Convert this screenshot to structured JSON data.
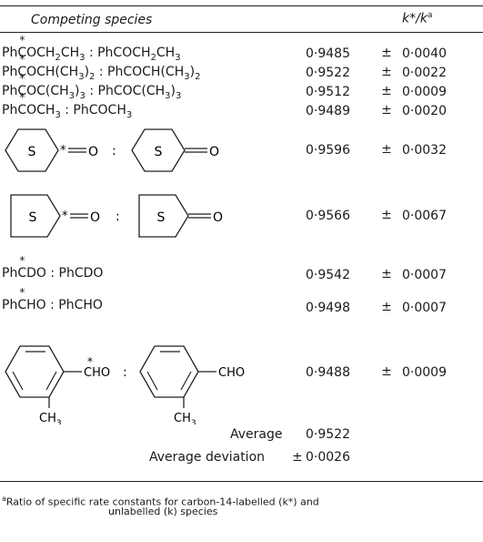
{
  "table": {
    "header": {
      "species_label": "Competing species",
      "ratio_main": "k*/k",
      "ratio_sup": "a"
    },
    "rows": [
      {
        "species_parts": [
          "Ph",
          "C",
          "OCH",
          "2",
          "CH",
          "3",
          " : PhCOCH",
          "2",
          "CH",
          "3"
        ],
        "value": "0·9485",
        "pm": "±",
        "err": "0·0040"
      },
      {
        "species_parts": [
          "Ph",
          "C",
          "OCH(CH",
          "3",
          ")",
          "2",
          " : PhCOCH(CH",
          "3",
          ")",
          "2"
        ],
        "value": "0·9522",
        "pm": "±",
        "err": "0·0022"
      },
      {
        "species_parts": [
          "Ph",
          "C",
          "OC(CH",
          "3",
          ")",
          "3",
          " : PhCOC(CH",
          "3",
          ")",
          "3"
        ],
        "value": "0·9512",
        "pm": "±",
        "err": "0·0009"
      },
      {
        "species_parts": [
          "Ph",
          "C",
          "OCH",
          "3",
          " : PhCOCH",
          "3"
        ],
        "value": "0·9489",
        "pm": "±",
        "err": "0·0020"
      },
      {
        "struct": "thiane",
        "ring_letter": "S",
        "star": "*",
        "bond_o": "O",
        "colon": ":",
        "value": "0·9596",
        "pm": "±",
        "err": "0·0032"
      },
      {
        "struct": "thiolane",
        "ring_letter": "S",
        "star": "*",
        "bond_o": "O",
        "colon": ":",
        "value": "0·9566",
        "pm": "±",
        "err": "0·0067"
      },
      {
        "species_parts": [
          "Ph",
          "C",
          "DO : PhCDO"
        ],
        "value": "0·9542",
        "pm": "±",
        "err": "0·0007"
      },
      {
        "species_parts": [
          "Ph",
          "C",
          "HO : PhCHO"
        ],
        "value": "0·9498",
        "pm": "±",
        "err": "0·0007"
      },
      {
        "struct": "tolualdehyde",
        "cho_star": "CHO",
        "cho": "CHO",
        "ch3": "CH",
        "ch3_sub": "3",
        "star": "*",
        "colon": ":",
        "value": "0·9488",
        "pm": "±",
        "err": "0·0009"
      }
    ],
    "average": {
      "label": "Average",
      "value": "0·9522"
    },
    "average_deviation": {
      "label": "Average deviation",
      "pm": "±",
      "value": "0·0026"
    },
    "footnote": {
      "marker": "a",
      "line1": "Ratio of specific rate constants for carbon-14-labelled (k*) and",
      "line2": "unlabelled (k) species"
    }
  }
}
